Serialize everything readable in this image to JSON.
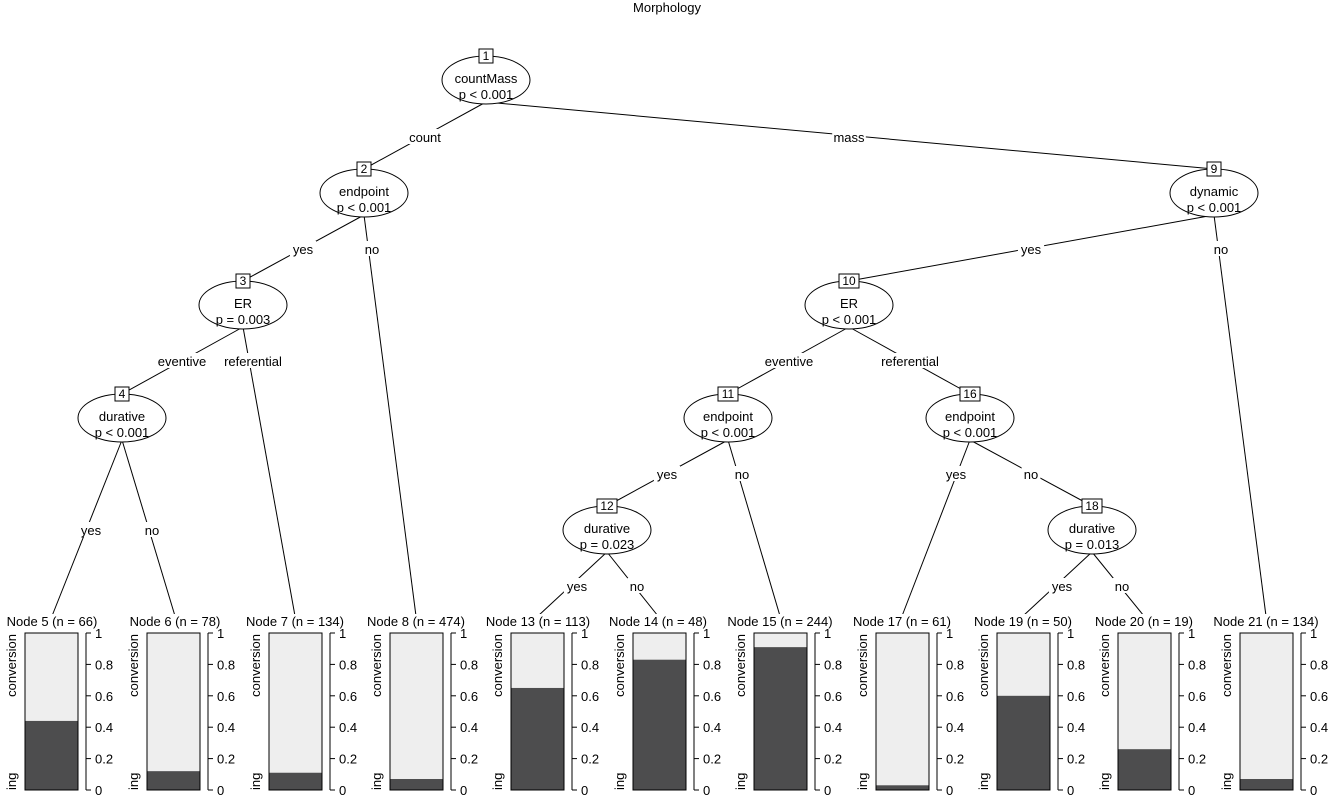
{
  "title": "Morphology",
  "colors": {
    "background": "#ffffff",
    "dark_fill": "#4d4d4e",
    "light_fill": "#eeeeee",
    "line": "#000000"
  },
  "inner_nodes": [
    {
      "id": "1",
      "variable": "countMass",
      "p": "p < 0.001"
    },
    {
      "id": "2",
      "variable": "endpoint",
      "p": "p < 0.001"
    },
    {
      "id": "3",
      "variable": "ER",
      "p": "p = 0.003"
    },
    {
      "id": "4",
      "variable": "durative",
      "p": "p < 0.001"
    },
    {
      "id": "9",
      "variable": "dynamic",
      "p": "p < 0.001"
    },
    {
      "id": "10",
      "variable": "ER",
      "p": "p < 0.001"
    },
    {
      "id": "11",
      "variable": "endpoint",
      "p": "p < 0.001"
    },
    {
      "id": "12",
      "variable": "durative",
      "p": "p = 0.023"
    },
    {
      "id": "16",
      "variable": "endpoint",
      "p": "p < 0.001"
    },
    {
      "id": "18",
      "variable": "durative",
      "p": "p = 0.013"
    }
  ],
  "edges": [
    {
      "from": "1",
      "to": "2",
      "label": "count"
    },
    {
      "from": "1",
      "to": "9",
      "label": "mass"
    },
    {
      "from": "2",
      "to": "3",
      "label": "yes"
    },
    {
      "from": "2",
      "to": "8",
      "label": "no"
    },
    {
      "from": "3",
      "to": "4",
      "label": "eventive"
    },
    {
      "from": "3",
      "to": "7",
      "label": "referential"
    },
    {
      "from": "4",
      "to": "5",
      "label": "yes"
    },
    {
      "from": "4",
      "to": "6",
      "label": "no"
    },
    {
      "from": "9",
      "to": "10",
      "label": "yes"
    },
    {
      "from": "9",
      "to": "21",
      "label": "no"
    },
    {
      "from": "10",
      "to": "11",
      "label": "eventive"
    },
    {
      "from": "10",
      "to": "16",
      "label": "referential"
    },
    {
      "from": "11",
      "to": "12",
      "label": "yes"
    },
    {
      "from": "11",
      "to": "15",
      "label": "no"
    },
    {
      "from": "12",
      "to": "13",
      "label": "yes"
    },
    {
      "from": "12",
      "to": "14",
      "label": "no"
    },
    {
      "from": "16",
      "to": "17",
      "label": "yes"
    },
    {
      "from": "16",
      "to": "18",
      "label": "no"
    },
    {
      "from": "18",
      "to": "19",
      "label": "yes"
    },
    {
      "from": "18",
      "to": "20",
      "label": "no"
    }
  ],
  "terminal_nodes": [
    {
      "id": "5",
      "title": "Node 5 (n = 66)",
      "ing_proportion": 0.44
    },
    {
      "id": "6",
      "title": "Node 6 (n = 78)",
      "ing_proportion": 0.12
    },
    {
      "id": "7",
      "title": "Node 7 (n = 134)",
      "ing_proportion": 0.11
    },
    {
      "id": "8",
      "title": "Node 8 (n = 474)",
      "ing_proportion": 0.07
    },
    {
      "id": "13",
      "title": "Node 13 (n = 113)",
      "ing_proportion": 0.65
    },
    {
      "id": "14",
      "title": "Node 14 (n = 48)",
      "ing_proportion": 0.83
    },
    {
      "id": "15",
      "title": "Node 15 (n = 244)",
      "ing_proportion": 0.91
    },
    {
      "id": "17",
      "title": "Node 17 (n = 61)",
      "ing_proportion": 0.03
    },
    {
      "id": "19",
      "title": "Node 19 (n = 50)",
      "ing_proportion": 0.6
    },
    {
      "id": "20",
      "title": "Node 20 (n = 19)",
      "ing_proportion": 0.26
    },
    {
      "id": "21",
      "title": "Node 21 (n = 134)",
      "ing_proportion": 0.07
    }
  ],
  "bar_axis": {
    "top_label": "conversion",
    "bottom_label": "ing",
    "ticks": [
      "0",
      "0.2",
      "0.4",
      "0.6",
      "0.8",
      "1"
    ]
  }
}
